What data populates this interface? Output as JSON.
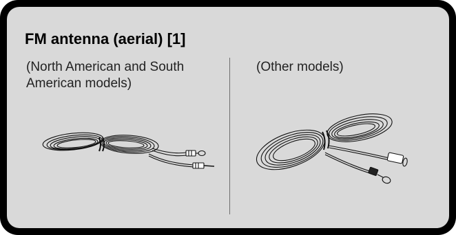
{
  "section": {
    "title": "FM antenna (aerial) [1]"
  },
  "left_column": {
    "caption": "(North American and South American models)",
    "illustration_icon": "fm-antenna-wire-icon"
  },
  "right_column": {
    "caption": "(Other models)",
    "illustration_icon": "fm-antenna-wire-icon"
  },
  "colors": {
    "frame": "#000000",
    "panel": "#d9d9d9",
    "divider": "#6e6e6e"
  }
}
